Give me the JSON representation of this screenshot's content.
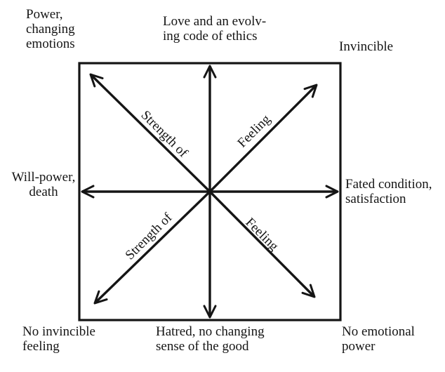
{
  "diagram": {
    "title_semantics": "eight-direction semantic differential diagram",
    "colors": {
      "ink": "#151515",
      "background": "#ffffff"
    },
    "corner_labels": {
      "top_left": "Power,\nchanging\nemotions",
      "top_center": "Love and an evolv-\ning code of ethics",
      "top_right": "Invincible",
      "mid_left": "Will-power,\ndeath",
      "mid_right": "Fated condition,\nsatisfaction",
      "bottom_left": "No invincible\nfeeling",
      "bottom_center": "Hatred, no changing\nsense of the good",
      "bottom_right": "No emotional\npower"
    },
    "axis_labels": {
      "upper_left": "Strength of",
      "upper_right": "Feeling",
      "lower_left": "Strength of",
      "lower_right": "Feeling"
    }
  }
}
